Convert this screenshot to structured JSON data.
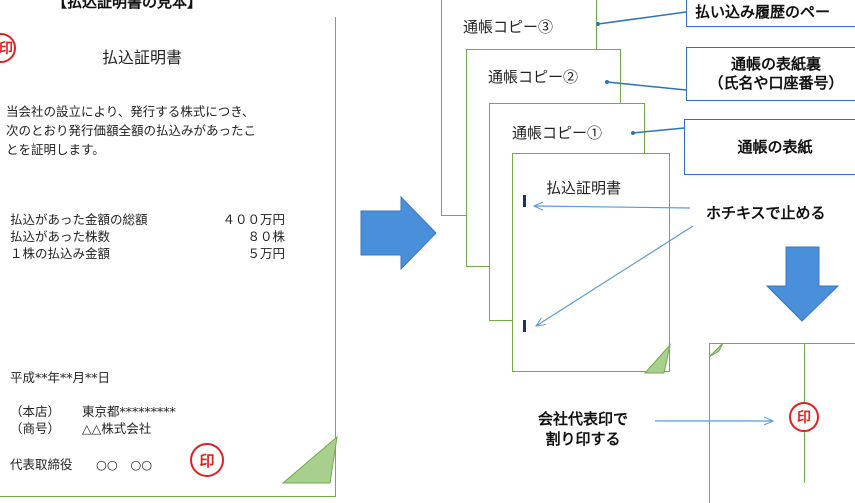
{
  "sample": {
    "heading": "【払込証明書の見本】",
    "title": "払込証明書",
    "body": [
      "当会社の設立により、発行する株式につき、",
      "次のとおり発行価額全額の払込みがあったこ",
      "とを証明します。"
    ],
    "items": [
      {
        "label": "払込があった金額の総額",
        "value": "４００万円"
      },
      {
        "label": "払込があった株数",
        "value": "８０株"
      },
      {
        "label": "１株の払込み金額",
        "value": "５万円"
      }
    ],
    "date": "平成**年**月**日",
    "office_label": "（本店）",
    "office_value": "東京都*********",
    "company_label": "（商号）",
    "company_value": "△△株式会社",
    "rep_label": "代表取締役",
    "rep_name": "○○　○○",
    "seal_mark": "印",
    "left_seal_mark": "印"
  },
  "stack": {
    "copy3": "通帳コピー③",
    "copy2": "通帳コピー②",
    "copy1": "通帳コピー①",
    "cert_title": "払込証明書"
  },
  "callouts": {
    "history": "払い込み履歴のペー",
    "cover_back_1": "通帳の表紙裏",
    "cover_back_2": "（氏名や口座番号）",
    "cover": "通帳の表紙",
    "staple": "ホチキスで止める",
    "stamp_1": "会社代表印で",
    "stamp_2": "割り印する",
    "stamp_seal": "印"
  },
  "colors": {
    "page_border": "#70ad47",
    "arrow_fill": "#4a8fd9",
    "callout_border": "#2e75b6",
    "seal": "#e02020",
    "staple": "#1f2f6b"
  }
}
